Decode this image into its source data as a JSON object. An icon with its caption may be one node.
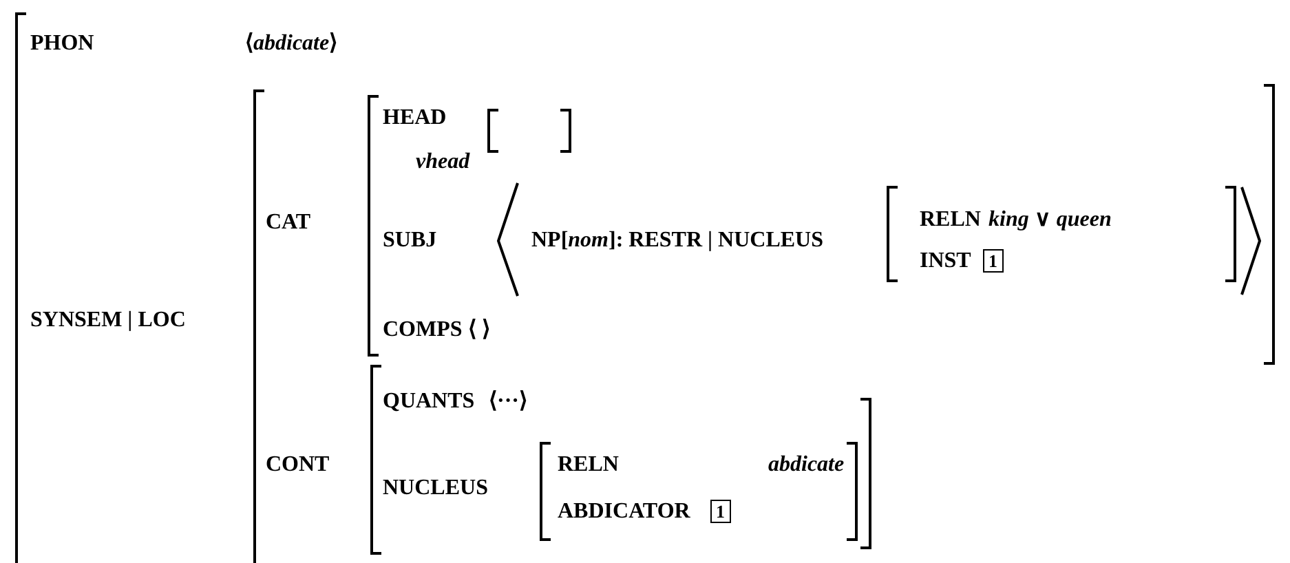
{
  "diagram": {
    "labels": [
      "PHON",
      "⟨*abdicate*⟩",
      "SYNSEM | LOC",
      "CAT",
      "HEAD",
      "vhead",
      "SUBJ",
      "NP[*nom*]: RESTR | NUCLEUS",
      "RELN",
      "*king* ∨ *queen*",
      "INST",
      "1",
      "COMPS ⟨ ⟩",
      "CONT",
      "QUANTS",
      "⟨···⟩",
      "NUCLEUS",
      "RELN",
      "abdicate",
      "ABDICATOR",
      "1"
    ]
  }
}
